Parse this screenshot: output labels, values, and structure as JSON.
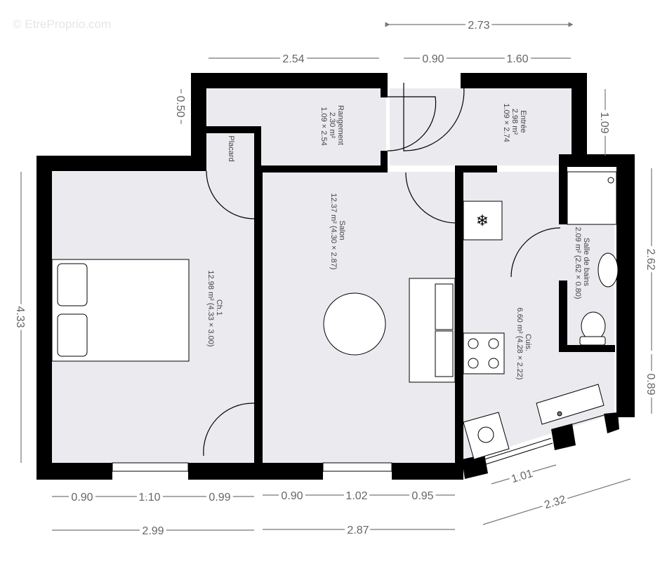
{
  "watermark": "© EtreProprio.com",
  "colors": {
    "wall": "#000000",
    "floor": "#ebebef",
    "dim": "#666666"
  },
  "rooms": [
    {
      "name": "Rangement",
      "area": "2.30 m²",
      "size": "1.09 × 2.54"
    },
    {
      "name": "Entrée",
      "area": "2.98 m²",
      "size": "1.09 × 2.74"
    },
    {
      "name": "Placard"
    },
    {
      "name": "Salon",
      "area": "12.37 m² (4.30 × 2.87)"
    },
    {
      "name": "Ch.1",
      "area": "12.98 m² (4.33 × 3.00)"
    },
    {
      "name": "Salle de bains",
      "area": "2.09 m² (2.62 × 0.80)"
    },
    {
      "name": "Cuis.",
      "area": "6.60 m² (4.28 × 2.22)"
    }
  ],
  "dimensions": {
    "top_total": "2.73",
    "top_rangement": "2.54",
    "top_door": "0.90",
    "top_entree": "1.60",
    "left_050": "0.50",
    "left_433": "4.33",
    "right_109": "1.09",
    "right_262": "2.62",
    "right_089": "0.89",
    "bottom_ch_a": "0.90",
    "bottom_ch_b": "1.10",
    "bottom_ch_c": "0.99",
    "bottom_ch_total": "2.99",
    "bottom_salon_a": "0.90",
    "bottom_salon_b": "1.02",
    "bottom_salon_c": "0.95",
    "bottom_salon_total": "2.87",
    "kitchen_window": "1.01",
    "kitchen_total": "2.32"
  }
}
